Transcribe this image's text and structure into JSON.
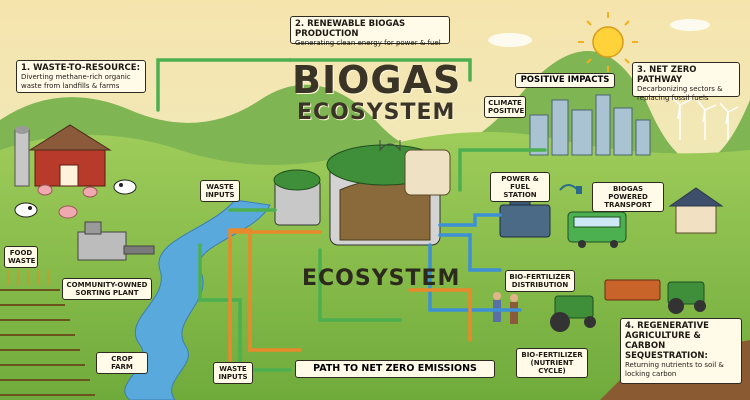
{
  "title": {
    "line1": "BIOGAS",
    "line2": "ECOSYSTEM"
  },
  "center_label": "ECOSYSTEM",
  "step1": {
    "heading": "1. WASTE-TO-RESOURCE:",
    "text": "Diverting methane-rich organic waste from landfills & farms"
  },
  "step2": {
    "heading": "2. RENEWABLE BIOGAS PRODUCTION",
    "text": "Generating clean energy for power & fuel"
  },
  "step3": {
    "heading": "3. NET ZERO PATHWAY",
    "text": "Decarbonizing sectors & replacing fossil fuels"
  },
  "step4": {
    "heading": "4. REGENERATIVE AGRICULTURE & CARBON SEQUESTRATION:",
    "text": "Returning nutrients to soil & locking carbon"
  },
  "labels": {
    "positive_impacts": "POSITIVE IMPACTS",
    "climate_positive": "CLIMATE POSITIVE",
    "waste_inputs_top": "WASTE INPUTS",
    "food_waste": "FOOD WASTE",
    "sorting_plant": "COMMUNITY-OWNED SORTING PLANT",
    "crop_farm": "CROP FARM",
    "waste_inputs_bottom": "WASTE INPUTS",
    "power_station": "POWER & FUEL STATION",
    "biogas_transport": "BIOGAS POWERED TRANSPORT",
    "biofert_distribution": "BIO-FERTILIZER DISTRIBUTION",
    "biofert_cycle": "BIO-FERTILIZER (NUTRIENT CYCLE)",
    "path_net_zero": "PATH TO NET ZERO EMISSIONS"
  },
  "colors": {
    "sky_top": "#f7e7b3",
    "grass": "#8cc24e",
    "river": "#5aa9dc",
    "flow_green": "#4caf50",
    "flow_blue": "#3d8fd6",
    "flow_orange": "#e8892b",
    "digester_green": "#3f8f3a"
  }
}
